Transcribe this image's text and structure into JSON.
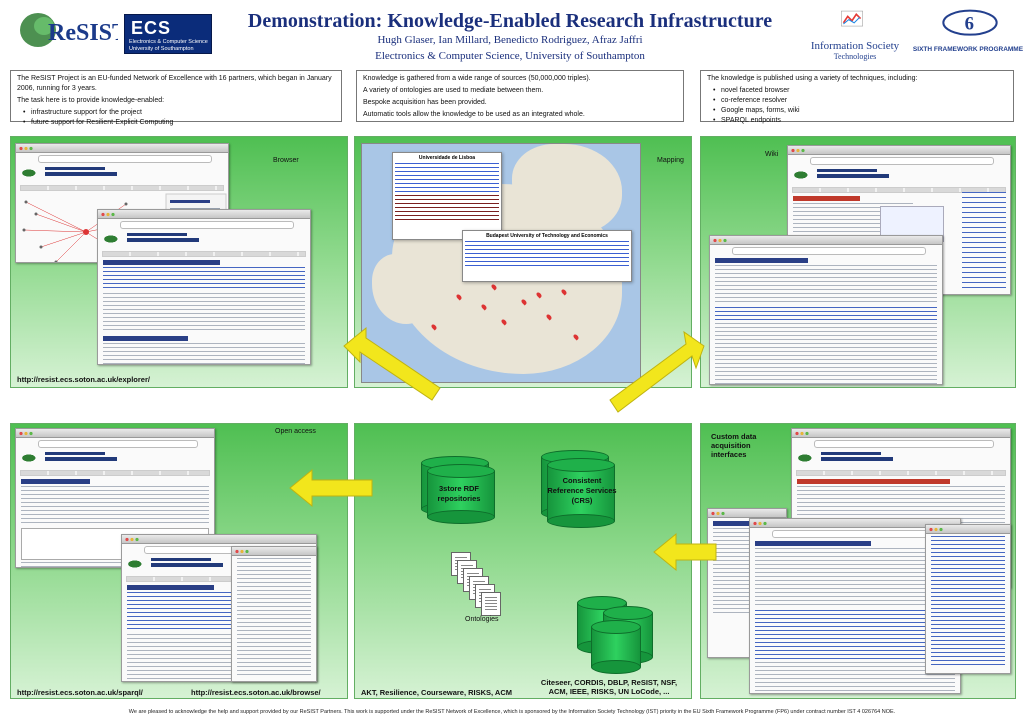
{
  "header": {
    "title": "Demonstration: Knowledge-Enabled Research Infrastructure",
    "authors": "Hugh Glaser, Ian Millard, Benedicto Rodriguez, Afraz Jaffri",
    "affiliation": "Electronics & Computer Science, University of Southampton",
    "logos": {
      "resist": "ReSIST",
      "ecs_big": "ECS",
      "ecs_line1": "Electronics & Computer Science",
      "ecs_line2": "University of Southampton",
      "ist_line1": "Information Society",
      "ist_line2": "Technologies",
      "fp6": "SIXTH FRAMEWORK PROGRAMME"
    }
  },
  "boxes": {
    "left": {
      "p1": "The ReSIST Project is an EU-funded Network of Excellence with 16 partners, which began in January 2006, running for 3 years.",
      "p2": "The task here is to provide knowledge-enabled:",
      "items": [
        "infrastructure support for the project",
        "future support for Resilient-Explicit Computing"
      ]
    },
    "middle": {
      "p1": "Knowledge is gathered from a wide range of sources (50,000,000 triples).",
      "p2": "A variety of ontologies are used to mediate between them.",
      "p3": "Bespoke acquisition has been provided.",
      "p4": "Automatic tools allow the knowledge to be used as an integrated whole."
    },
    "right": {
      "intro": "The knowledge is published using a variety of techniques, including:",
      "items": [
        "novel faceted browser",
        "co-reference resolver",
        "Google maps, forms, wiki",
        "SPARQL endpoints"
      ]
    }
  },
  "panels": {
    "browser_label": "Browser",
    "mapping_label": "Mapping",
    "wiki_label": "Wiki",
    "explorer_url": "http://resist.ecs.soton.ac.uk/explorer/",
    "open_access_label": "Open access",
    "sparql_url": "http://resist.ecs.soton.ac.uk/sparql/",
    "browse_url": "http://resist.ecs.soton.ac.uk/browse/",
    "custom_label": "Custom data acquisition interfaces",
    "rdf_repos": "3store RDF repositories",
    "crs": "Consistent Reference Services (CRS)",
    "ontologies": "Ontologies",
    "sources_left": "AKT, Resilience, Courseware, RISKS, ACM",
    "sources_right": "Citeseer, CORDIS, DBLP, ReSIST, NSF, ACM, IEEE, RISKS, UN LoCode, ..."
  },
  "map_bubbles": {
    "top_title": "Universidade de Lisboa",
    "bottom_title": "Budapest University of Technology and Economics"
  },
  "footer": "We are pleased to acknowledge the help and support provided by our ReSIST Partners. This work is supported under the ReSIST Network of Excellence, which is sponsored by the Information Society Technology (IST) priority in the EU Sixth Framework Programme (FP6) under contract number IST 4 026764 NOE.",
  "colors": {
    "title": "#1a2f7c",
    "panel_green": "#4fbf52",
    "arrow_yellow": "#f2e61c",
    "repo_green": "#1fb04a"
  }
}
